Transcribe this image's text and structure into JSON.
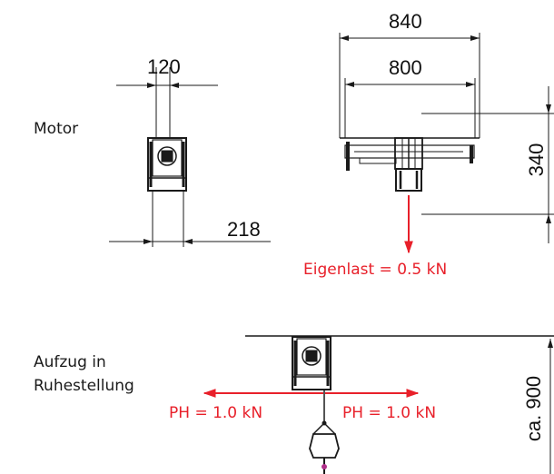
{
  "labels": {
    "motor": "Motor",
    "aufzug_line1": "Aufzug in",
    "aufzug_line2": "Ruhestellung",
    "eigenlast": "Eigenlast = 0.5 kN",
    "ph_left": "PH  =  1.0  kN",
    "ph_right": "PH  =  1.0  kN"
  },
  "dimensions": {
    "motor_width": "120",
    "motor_depth": "218",
    "outer_width": "840",
    "inner_width": "800",
    "height": "340",
    "hang_height": "ca. 900"
  },
  "colors": {
    "line": "#1a1a1a",
    "force": "#e8202a",
    "hook": "#b0308a"
  }
}
